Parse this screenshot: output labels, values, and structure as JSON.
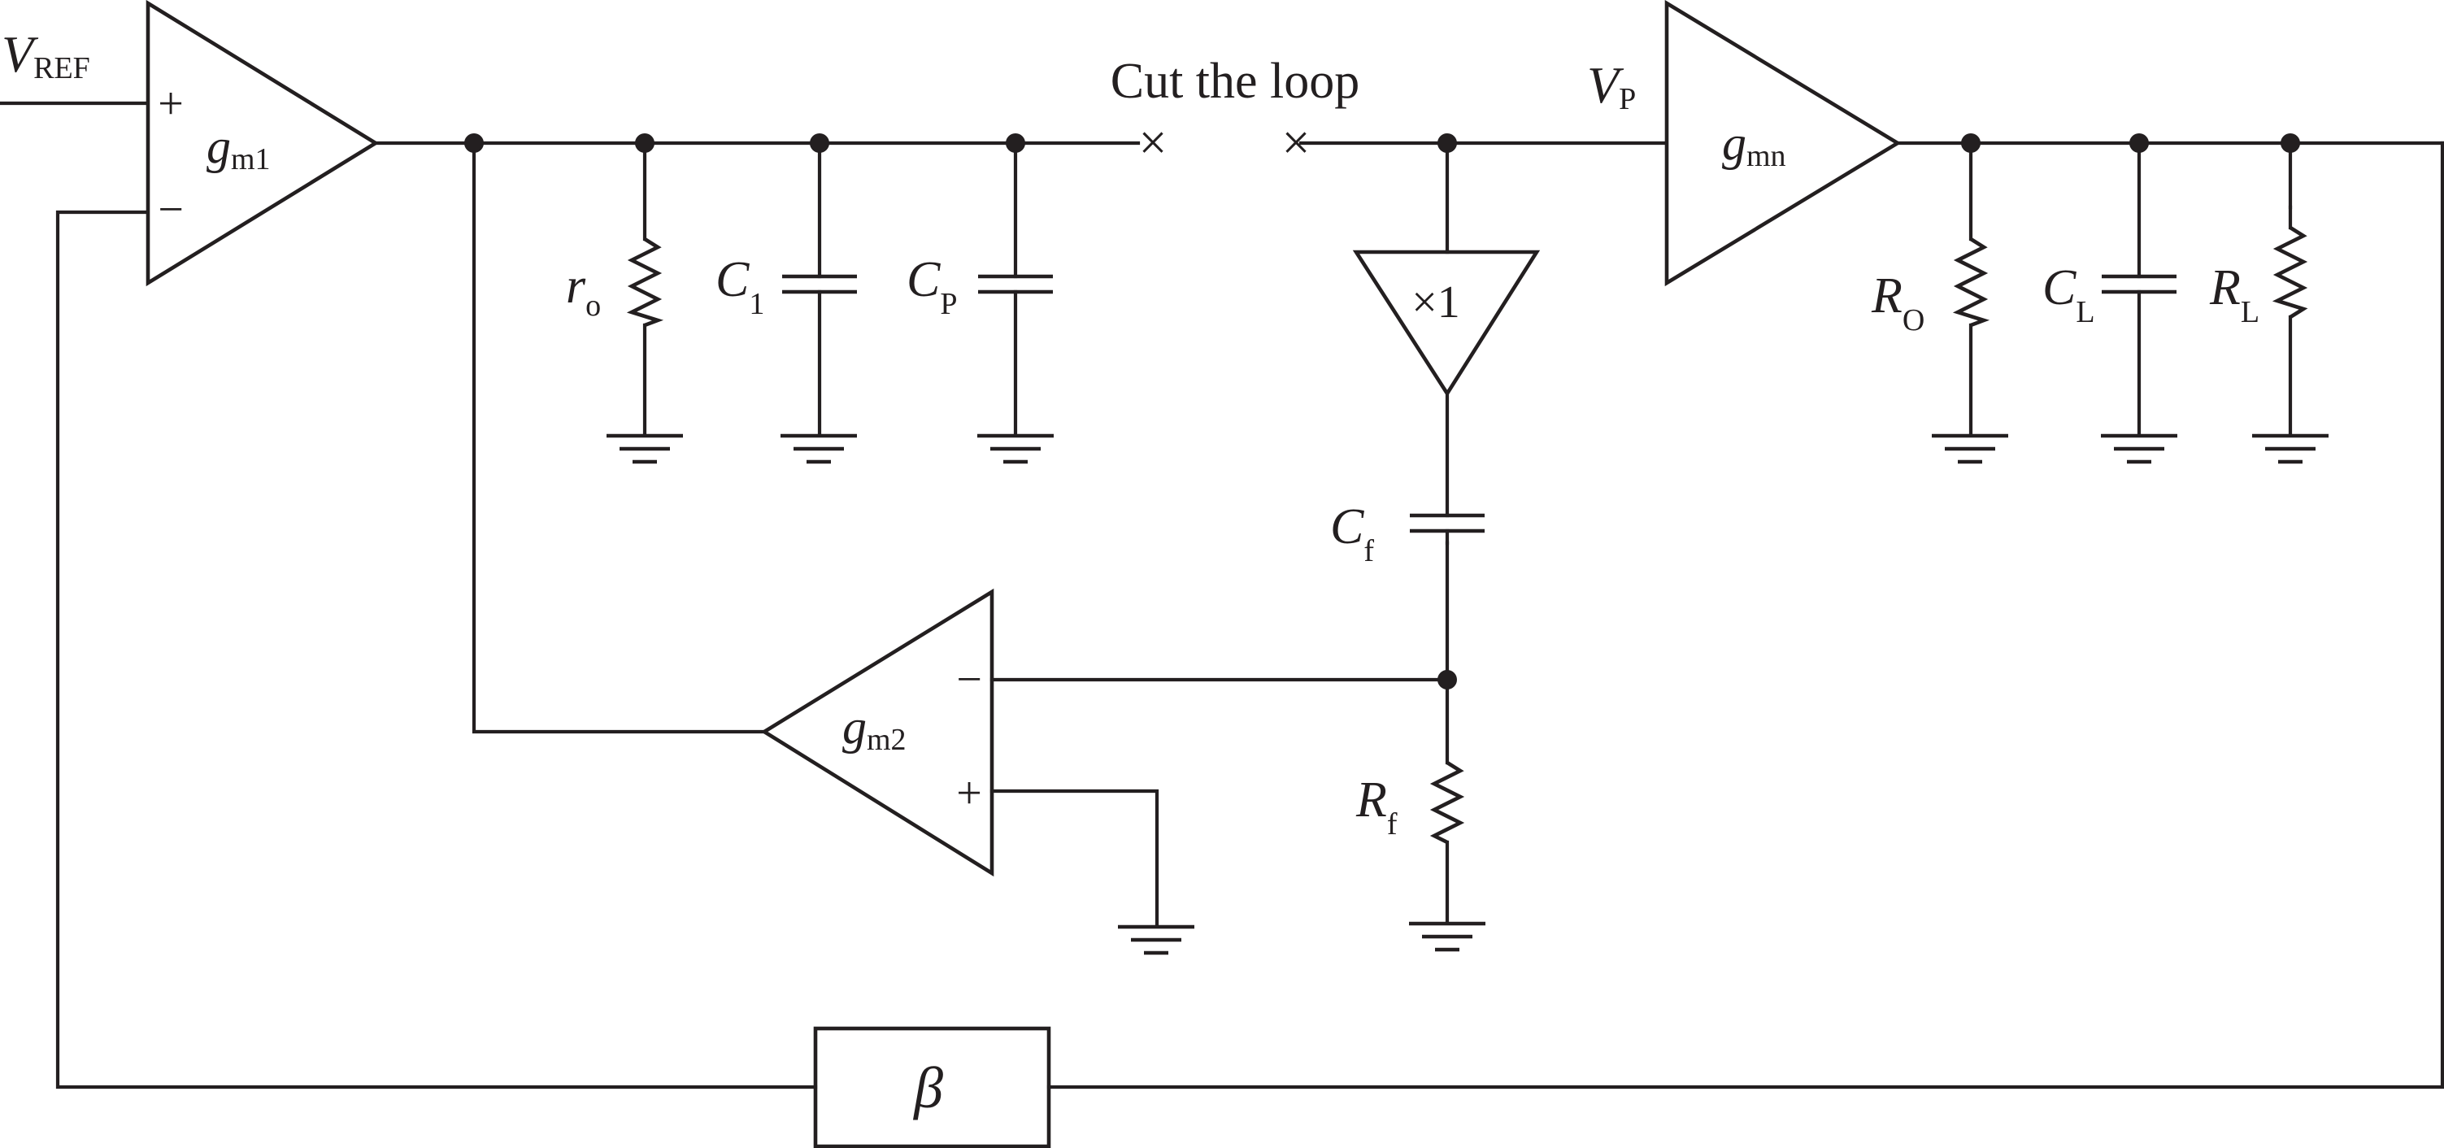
{
  "inputs": {
    "vref_main": "V",
    "vref_sub": "REF"
  },
  "amps": {
    "gm1": {
      "main": "g",
      "sub": "m1",
      "plus": "+",
      "minus": "−"
    },
    "gm2": {
      "main": "g",
      "sub": "m2",
      "plus": "+",
      "minus": "−"
    },
    "gmn": {
      "main": "g",
      "sub": "mn"
    },
    "buffer": "×1"
  },
  "nodes": {
    "vp_main": "V",
    "vp_sub": "P"
  },
  "components": {
    "ro": {
      "main": "r",
      "sub": "o"
    },
    "c1": {
      "main": "C",
      "sub": "1"
    },
    "cp": {
      "main": "C",
      "sub": "P"
    },
    "cf": {
      "main": "C",
      "sub": "f"
    },
    "rf": {
      "main": "R",
      "sub": "f"
    },
    "RO": {
      "main": "R",
      "sub": "O"
    },
    "cl": {
      "main": "C",
      "sub": "L"
    },
    "rl": {
      "main": "R",
      "sub": "L"
    }
  },
  "cut": {
    "label": "Cut the loop",
    "mark": "×"
  },
  "feedback": {
    "label": "β"
  }
}
